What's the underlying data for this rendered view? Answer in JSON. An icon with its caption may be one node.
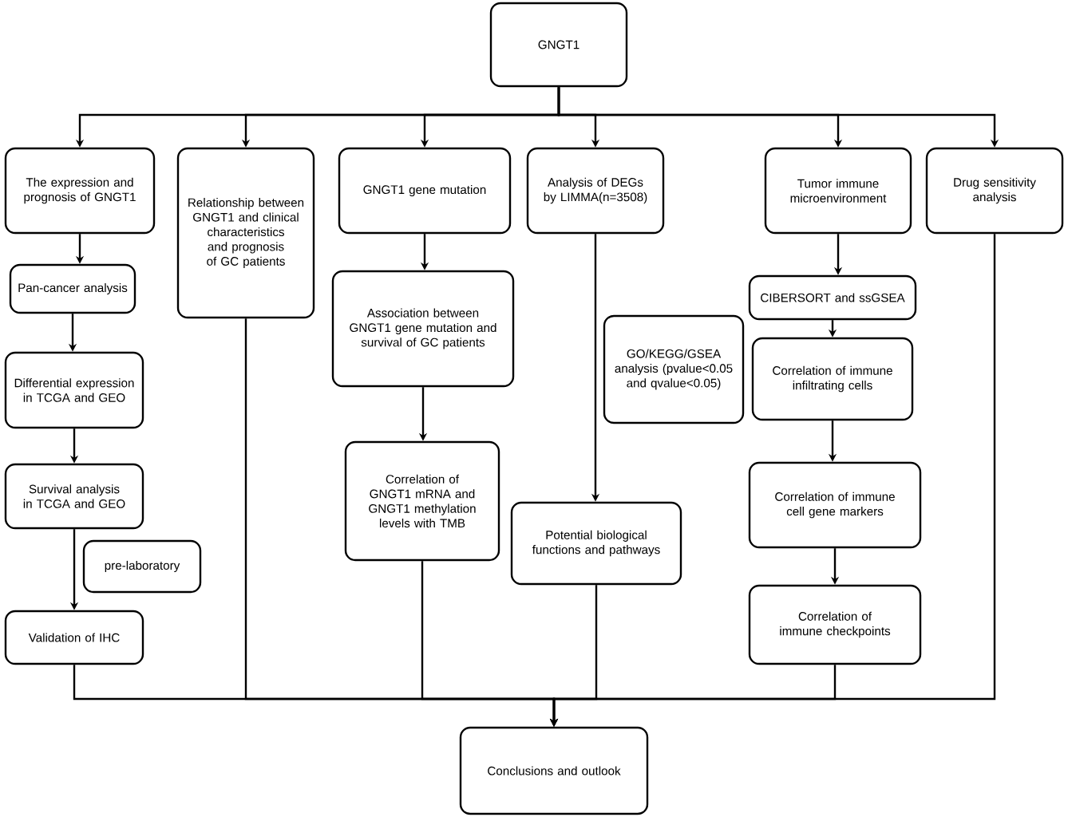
{
  "diagram": {
    "nodes": [
      {
        "text": [
          "GNGT1"
        ]
      },
      {
        "text": [
          "The expression and prognosis of GNGT1"
        ]
      },
      {
        "text": [
          "Pan-cancer analysis"
        ]
      },
      {
        "text": [
          "Differential expression in TCGA and GEO"
        ]
      },
      {
        "text": [
          "Survival analysis in TCGA and GEO"
        ]
      },
      {
        "text": [
          "pre-laboratory"
        ]
      },
      {
        "text": [
          "Validation of IHC"
        ]
      },
      {
        "text": [
          "Relationship between GNGT1 and clinical characteristics and prognosis of GC patients"
        ]
      },
      {
        "text": [
          "GNGT1 gene mutation"
        ]
      },
      {
        "text": [
          "Association between GNGT1 gene mutation and survival of GC patients"
        ]
      },
      {
        "text": [
          "Correlation of GNGT1 mRNA and GNGT1 methylation levels with TMB"
        ]
      },
      {
        "text": [
          "Analysis of DEGs by LIMMA(n=3508)"
        ]
      },
      {
        "text": [
          "GO/KEGG/GSEA analysis (pvalue<0.05 and qvalue<0.05)"
        ]
      },
      {
        "text": [
          "Potential biological functions and pathways"
        ]
      },
      {
        "text": [
          "Tumor immune microenvironment"
        ]
      },
      {
        "text": [
          "CIBERSORT and ssGSEA"
        ]
      },
      {
        "text": [
          "Correlation of immune infiltrating cells"
        ]
      },
      {
        "text": [
          "Correlation of immune cell gene markers"
        ]
      },
      {
        "text": [
          "Correlation of immune checkpoints"
        ]
      },
      {
        "text": [
          "Drug sensitivity analysis"
        ]
      },
      {
        "text": [
          "Conclusions and outlook"
        ]
      }
    ],
    "edges": [
      {
        "from": 0,
        "to": 1,
        "arrow": "to"
      },
      {
        "from": 0,
        "to": 7,
        "arrow": "to"
      },
      {
        "from": 0,
        "to": 8,
        "arrow": "to"
      },
      {
        "from": 0,
        "to": 11,
        "arrow": "to"
      },
      {
        "from": 0,
        "to": 14,
        "arrow": "to"
      },
      {
        "from": 0,
        "to": 19,
        "arrow": "to"
      },
      {
        "from": 1,
        "to": 2,
        "arrow": "to"
      },
      {
        "from": 2,
        "to": 3,
        "arrow": "to"
      },
      {
        "from": 3,
        "to": 4,
        "arrow": "to"
      },
      {
        "from": 4,
        "to": 6,
        "arrow": "to"
      },
      {
        "from": 8,
        "to": 9,
        "arrow": "to"
      },
      {
        "from": 9,
        "to": 10,
        "arrow": "to"
      },
      {
        "from": 11,
        "to": 13,
        "arrow": "to"
      },
      {
        "from": 14,
        "to": 15,
        "arrow": "to"
      },
      {
        "from": 15,
        "to": 16,
        "arrow": "to"
      },
      {
        "from": 16,
        "to": 17,
        "arrow": "to"
      },
      {
        "from": 17,
        "to": 18,
        "arrow": "to"
      },
      {
        "from": 6,
        "to": 20,
        "arrow": "to"
      },
      {
        "from": 7,
        "to": 20,
        "arrow": "to"
      },
      {
        "from": 10,
        "to": 20,
        "arrow": "to"
      },
      {
        "from": 13,
        "to": 20,
        "arrow": "to"
      },
      {
        "from": 18,
        "to": 20,
        "arrow": "to"
      },
      {
        "from": 19,
        "to": 20,
        "arrow": "to"
      }
    ]
  }
}
